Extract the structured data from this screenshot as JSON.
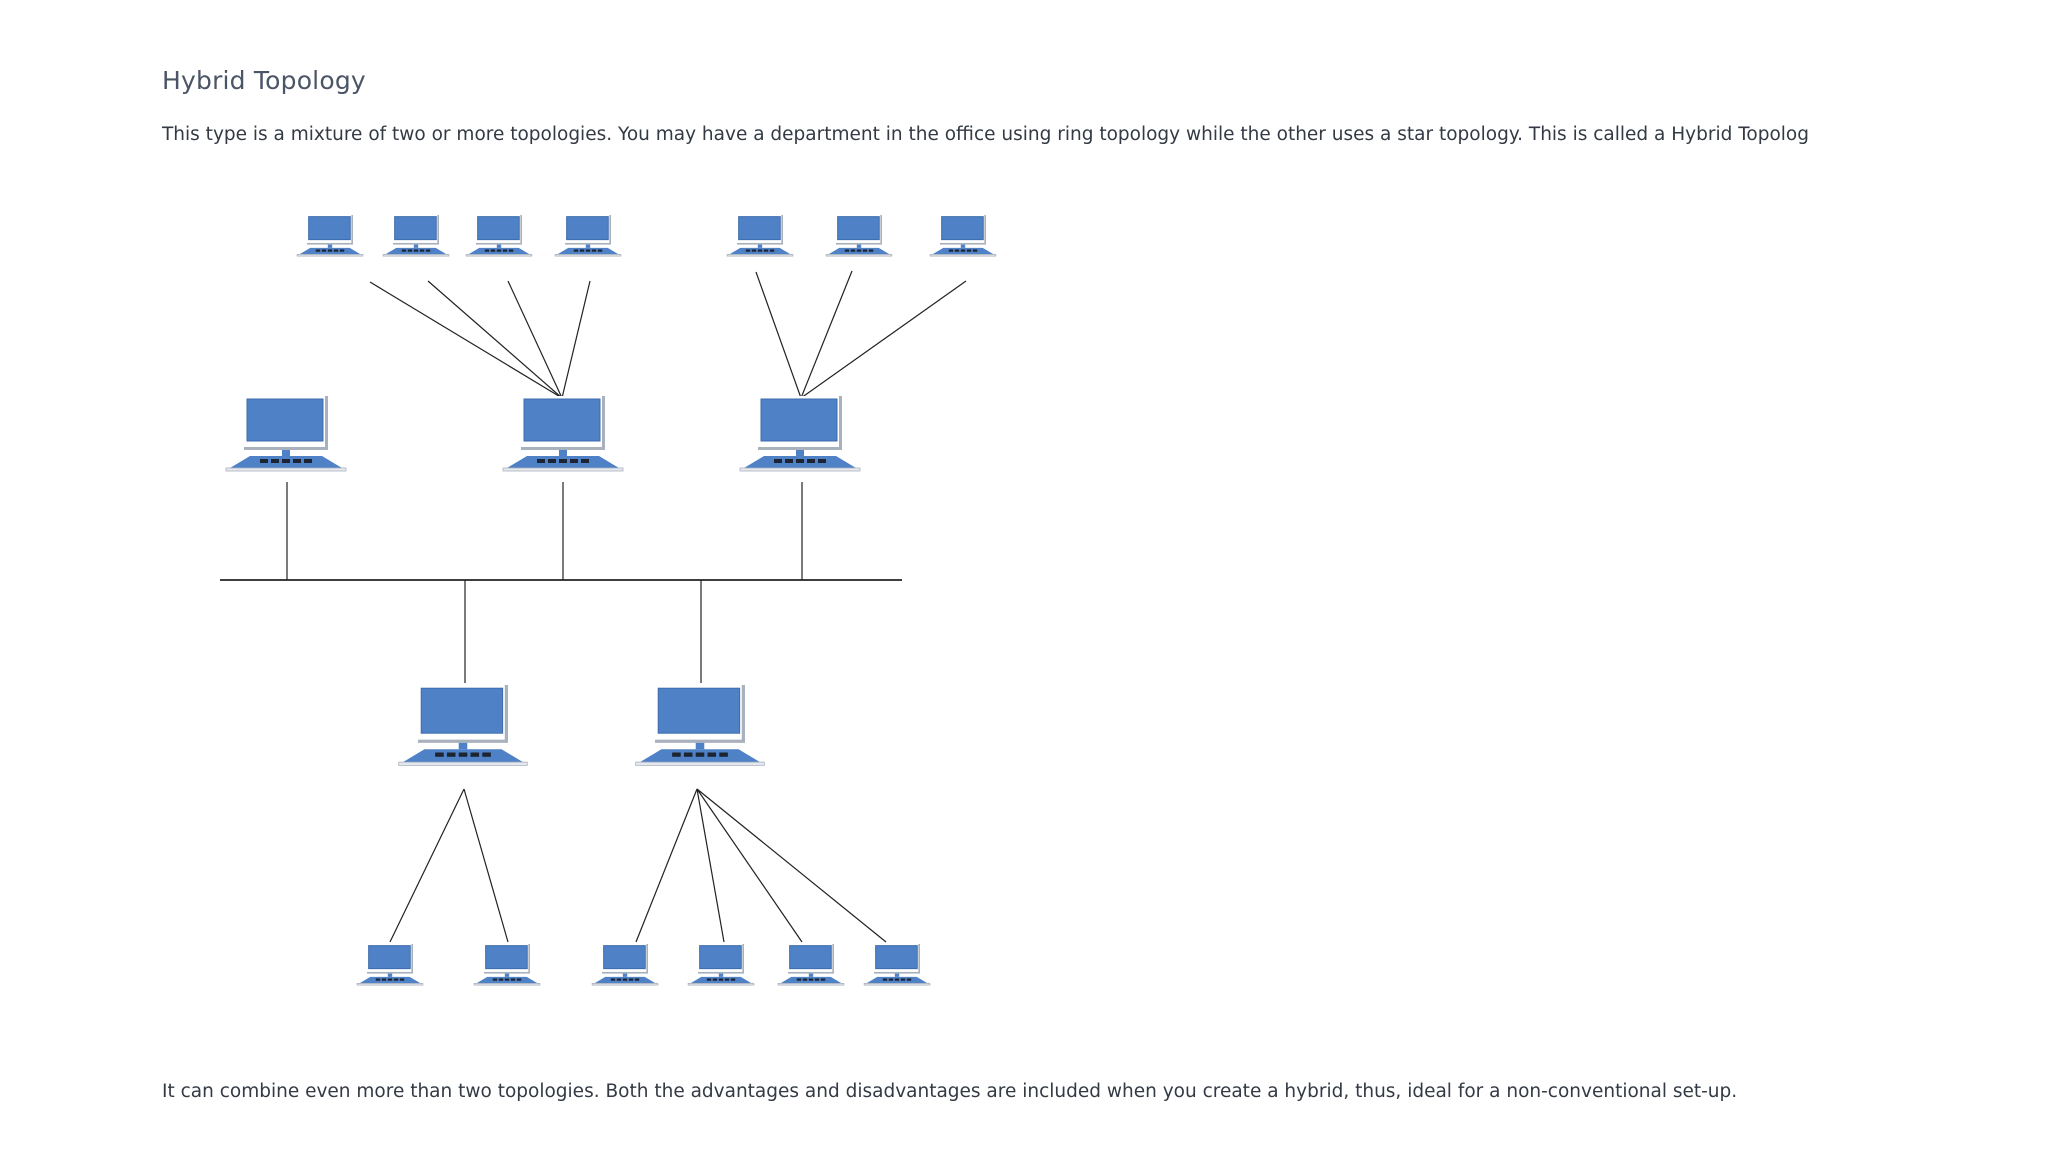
{
  "header": {
    "title": "Hybrid Topology"
  },
  "content": {
    "intro": "This type is a mixture of two or more topologies. You may have a department in the office using ring topology while the other uses a star topology. This is called a Hybrid Topolog",
    "outro": "It can combine even more than two topologies. Both the advantages and disadvantages are included when you create a hybrid, thus, ideal for a non-conventional set-up."
  },
  "diagram": {
    "node_icon": "computer-icon",
    "colors": {
      "screen": "#4f81c7",
      "screen_edge": "#3d6cab",
      "bezel": "#ffffff",
      "frame_light": "#e6eaf0",
      "frame_dark": "#a9b1bc",
      "base": "#4f81c7",
      "line": "#222222"
    },
    "groups": [
      {
        "name": "star-group-top-left",
        "hub": "hub-top-2",
        "leaves": 4
      },
      {
        "name": "star-group-top-right",
        "hub": "hub-top-3",
        "leaves": 3
      },
      {
        "name": "bus-backbone",
        "nodes": [
          "hub-top-1",
          "hub-top-2",
          "hub-top-3",
          "hub-bottom-1",
          "hub-bottom-2"
        ]
      },
      {
        "name": "star-group-bottom-left",
        "hub": "hub-bottom-1",
        "leaves": 2
      },
      {
        "name": "star-group-bottom-right",
        "hub": "hub-bottom-2",
        "leaves": 4
      }
    ]
  }
}
